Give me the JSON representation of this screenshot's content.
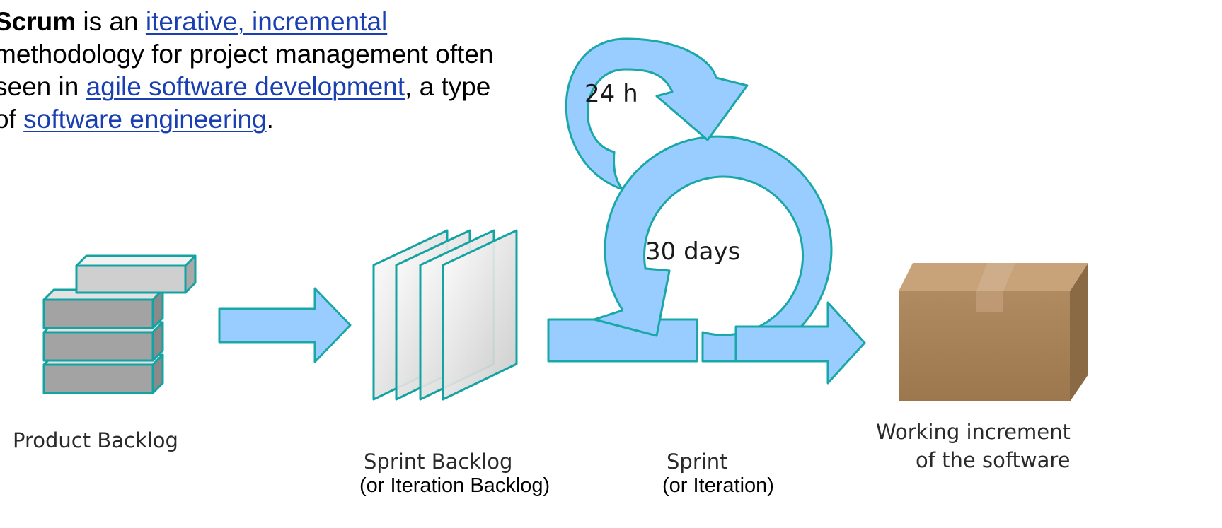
{
  "intro": {
    "term": "Scrum",
    "t1": " is an ",
    "link1": "iterative, incremental",
    "t2": " methodology for project management often seen in ",
    "link2": "agile software development",
    "t3": ", a type of ",
    "link3": "software engineering",
    "t4": "."
  },
  "loops": {
    "daily": "24 h",
    "sprint": "30 days"
  },
  "captions": {
    "product_backlog": "Product Backlog",
    "sprint_backlog": "Sprint Backlog",
    "sprint_backlog_alt": "(or Iteration Backlog)",
    "sprint": "Sprint",
    "sprint_alt": "(or Iteration)",
    "increment_line1": "Working increment",
    "increment_line2": "of the software"
  },
  "colors": {
    "arrow_fill": "#99ccff",
    "arrow_stroke": "#19a7a7",
    "link": "#1a3fb0",
    "box": "#a9835a"
  }
}
